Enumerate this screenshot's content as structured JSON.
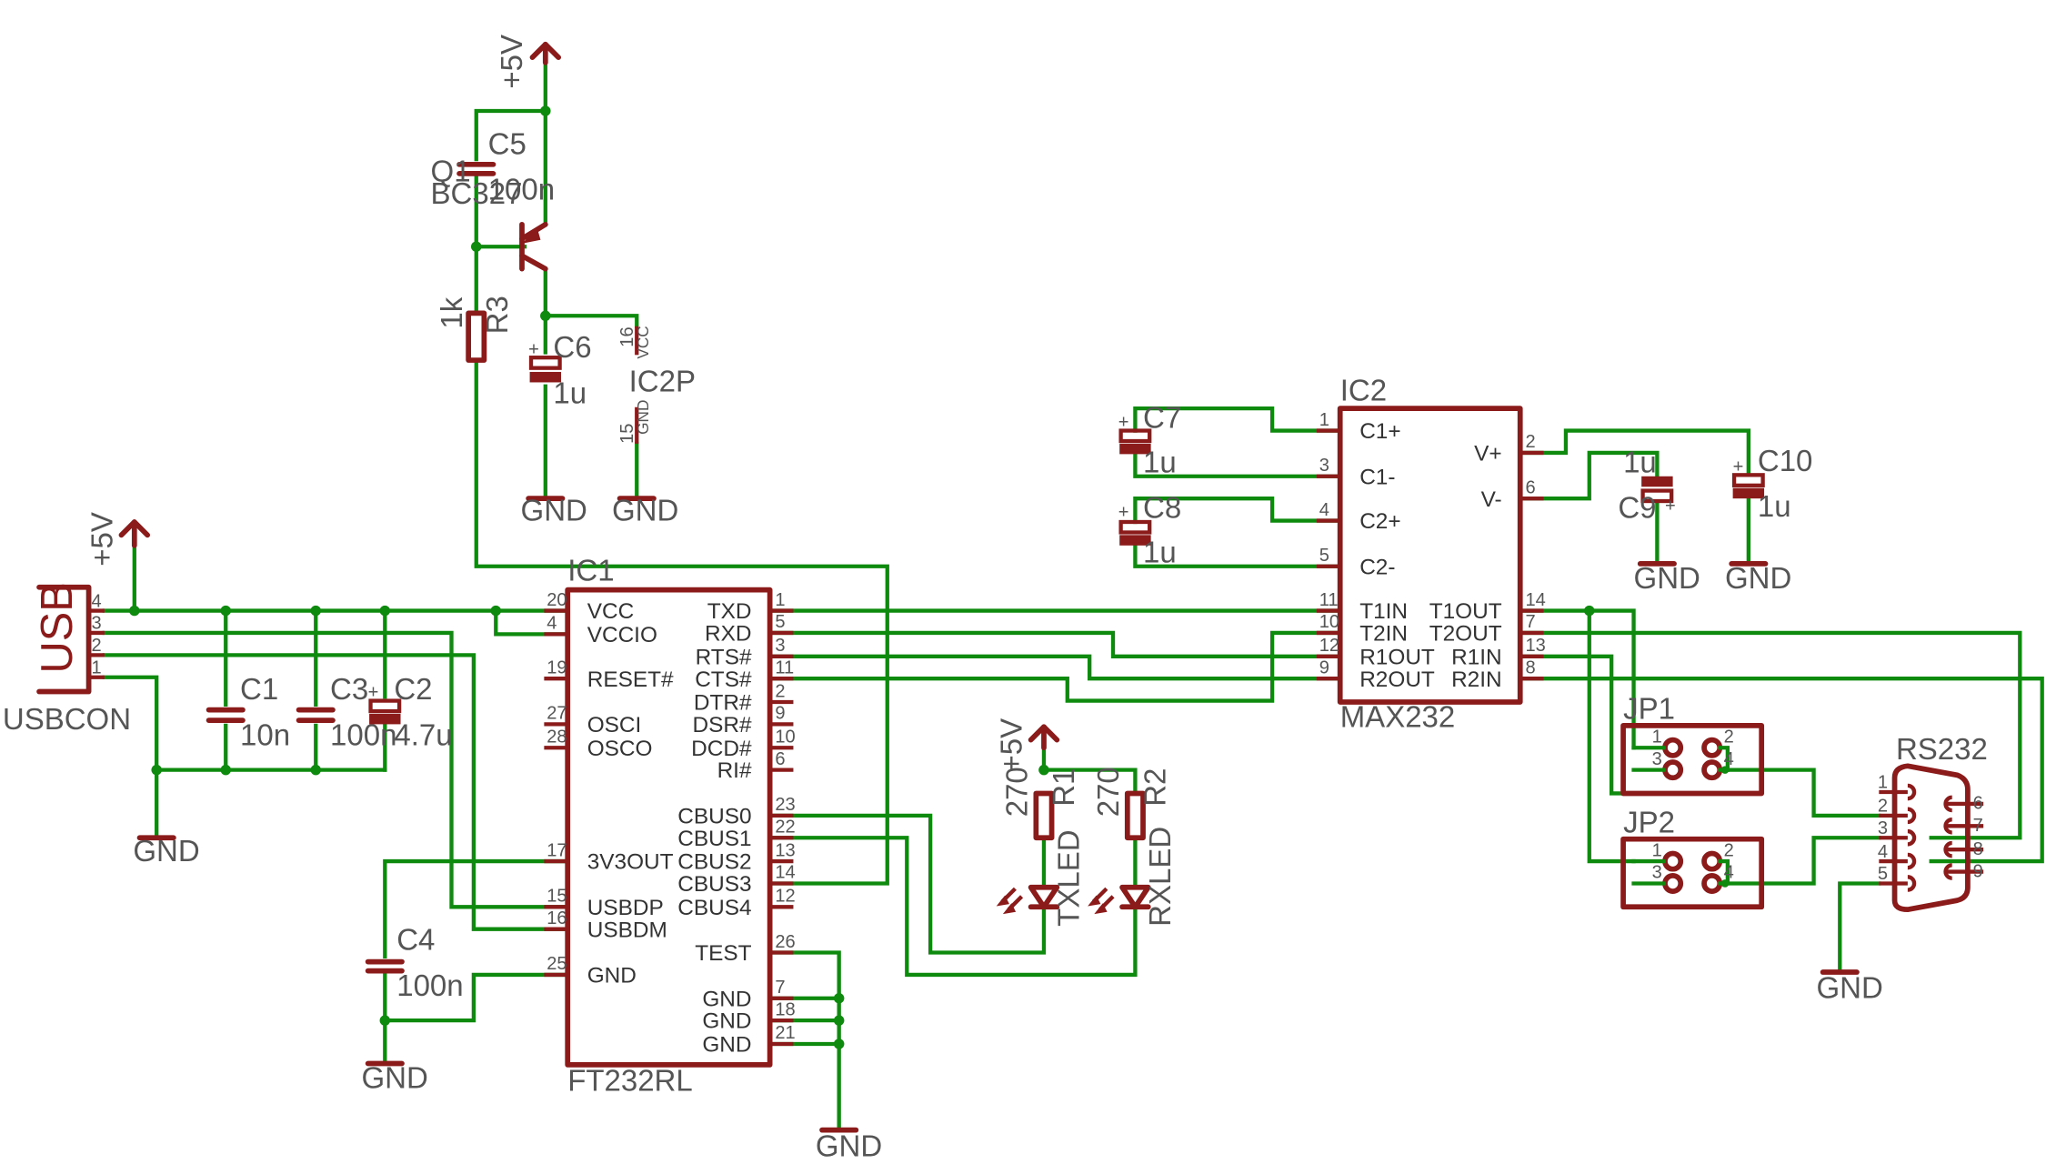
{
  "supply": {
    "vcc": "+5V",
    "gnd": "GND"
  },
  "usb": {
    "name": "USBCON",
    "label": "USB",
    "pins": [
      "4",
      "3",
      "2",
      "1"
    ]
  },
  "transistor": {
    "name": "Q1",
    "value": "BC327"
  },
  "caps": {
    "c1": {
      "name": "C1",
      "value": "10n"
    },
    "c2": {
      "name": "C2",
      "value": "4.7u"
    },
    "c3": {
      "name": "C3",
      "value": "100n"
    },
    "c4": {
      "name": "C4",
      "value": "100n"
    },
    "c5": {
      "name": "C5",
      "value": "100n"
    },
    "c6": {
      "name": "C6",
      "value": "1u"
    },
    "c7": {
      "name": "C7",
      "value": "1u"
    },
    "c8": {
      "name": "C8",
      "value": "1u"
    },
    "c9": {
      "name": "C9",
      "value": "1u"
    },
    "c10": {
      "name": "C10",
      "value": "1u"
    }
  },
  "resistors": {
    "r1": {
      "name": "R1",
      "value": "270"
    },
    "r2": {
      "name": "R2",
      "value": "270"
    },
    "r3": {
      "name": "R3",
      "value": "1k"
    }
  },
  "leds": {
    "tx": "TXLED",
    "rx": "RXLED"
  },
  "ic2p": {
    "name": "IC2P",
    "vcc": "VCC",
    "gnd": "GND",
    "pin_vcc": "16",
    "pin_gnd": "15"
  },
  "ic1": {
    "name": "IC1",
    "part": "FT232RL",
    "left_pins": [
      {
        "num": "20",
        "label": "VCC"
      },
      {
        "num": "4",
        "label": "VCCIO"
      },
      {
        "num": "19",
        "label": "RESET#"
      },
      {
        "num": "27",
        "label": "OSCI"
      },
      {
        "num": "28",
        "label": "OSCO"
      },
      {
        "num": "17",
        "label": "3V3OUT"
      },
      {
        "num": "15",
        "label": "USBDP"
      },
      {
        "num": "16",
        "label": "USBDM"
      },
      {
        "num": "25",
        "label": "GND"
      }
    ],
    "right_pins": [
      {
        "num": "1",
        "label": "TXD"
      },
      {
        "num": "5",
        "label": "RXD"
      },
      {
        "num": "3",
        "label": "RTS#"
      },
      {
        "num": "11",
        "label": "CTS#"
      },
      {
        "num": "2",
        "label": "DTR#"
      },
      {
        "num": "9",
        "label": "DSR#"
      },
      {
        "num": "10",
        "label": "DCD#"
      },
      {
        "num": "6",
        "label": "RI#"
      },
      {
        "num": "23",
        "label": "CBUS0"
      },
      {
        "num": "22",
        "label": "CBUS1"
      },
      {
        "num": "13",
        "label": "CBUS2"
      },
      {
        "num": "14",
        "label": "CBUS3"
      },
      {
        "num": "12",
        "label": "CBUS4"
      },
      {
        "num": "26",
        "label": "TEST"
      },
      {
        "num": "7",
        "label": "GND"
      },
      {
        "num": "18",
        "label": "GND"
      },
      {
        "num": "21",
        "label": "GND"
      }
    ]
  },
  "ic2": {
    "name": "IC2",
    "part": "MAX232",
    "left_pins": [
      {
        "num": "1",
        "label": "C1+"
      },
      {
        "num": "3",
        "label": "C1-"
      },
      {
        "num": "4",
        "label": "C2+"
      },
      {
        "num": "5",
        "label": "C2-"
      },
      {
        "num": "11",
        "label": "T1IN"
      },
      {
        "num": "10",
        "label": "T2IN"
      },
      {
        "num": "12",
        "label": "R1OUT"
      },
      {
        "num": "9",
        "label": "R2OUT"
      }
    ],
    "right_pins": [
      {
        "num": "2",
        "label": "V+"
      },
      {
        "num": "6",
        "label": "V-"
      },
      {
        "num": "14",
        "label": "T1OUT"
      },
      {
        "num": "7",
        "label": "T2OUT"
      },
      {
        "num": "13",
        "label": "R1IN"
      },
      {
        "num": "8",
        "label": "R2IN"
      }
    ]
  },
  "jumpers": [
    {
      "name": "JP1",
      "pins": [
        "1",
        "2",
        "3",
        "4"
      ]
    },
    {
      "name": "JP2",
      "pins": [
        "1",
        "2",
        "3",
        "4"
      ]
    }
  ],
  "rs232": {
    "name": "RS232",
    "pins": [
      "1",
      "2",
      "3",
      "4",
      "5",
      "6",
      "7",
      "8",
      "9"
    ]
  },
  "colors": {
    "wire": "#0e8a0e",
    "part": "#8b1a1a",
    "text": "#555555"
  }
}
